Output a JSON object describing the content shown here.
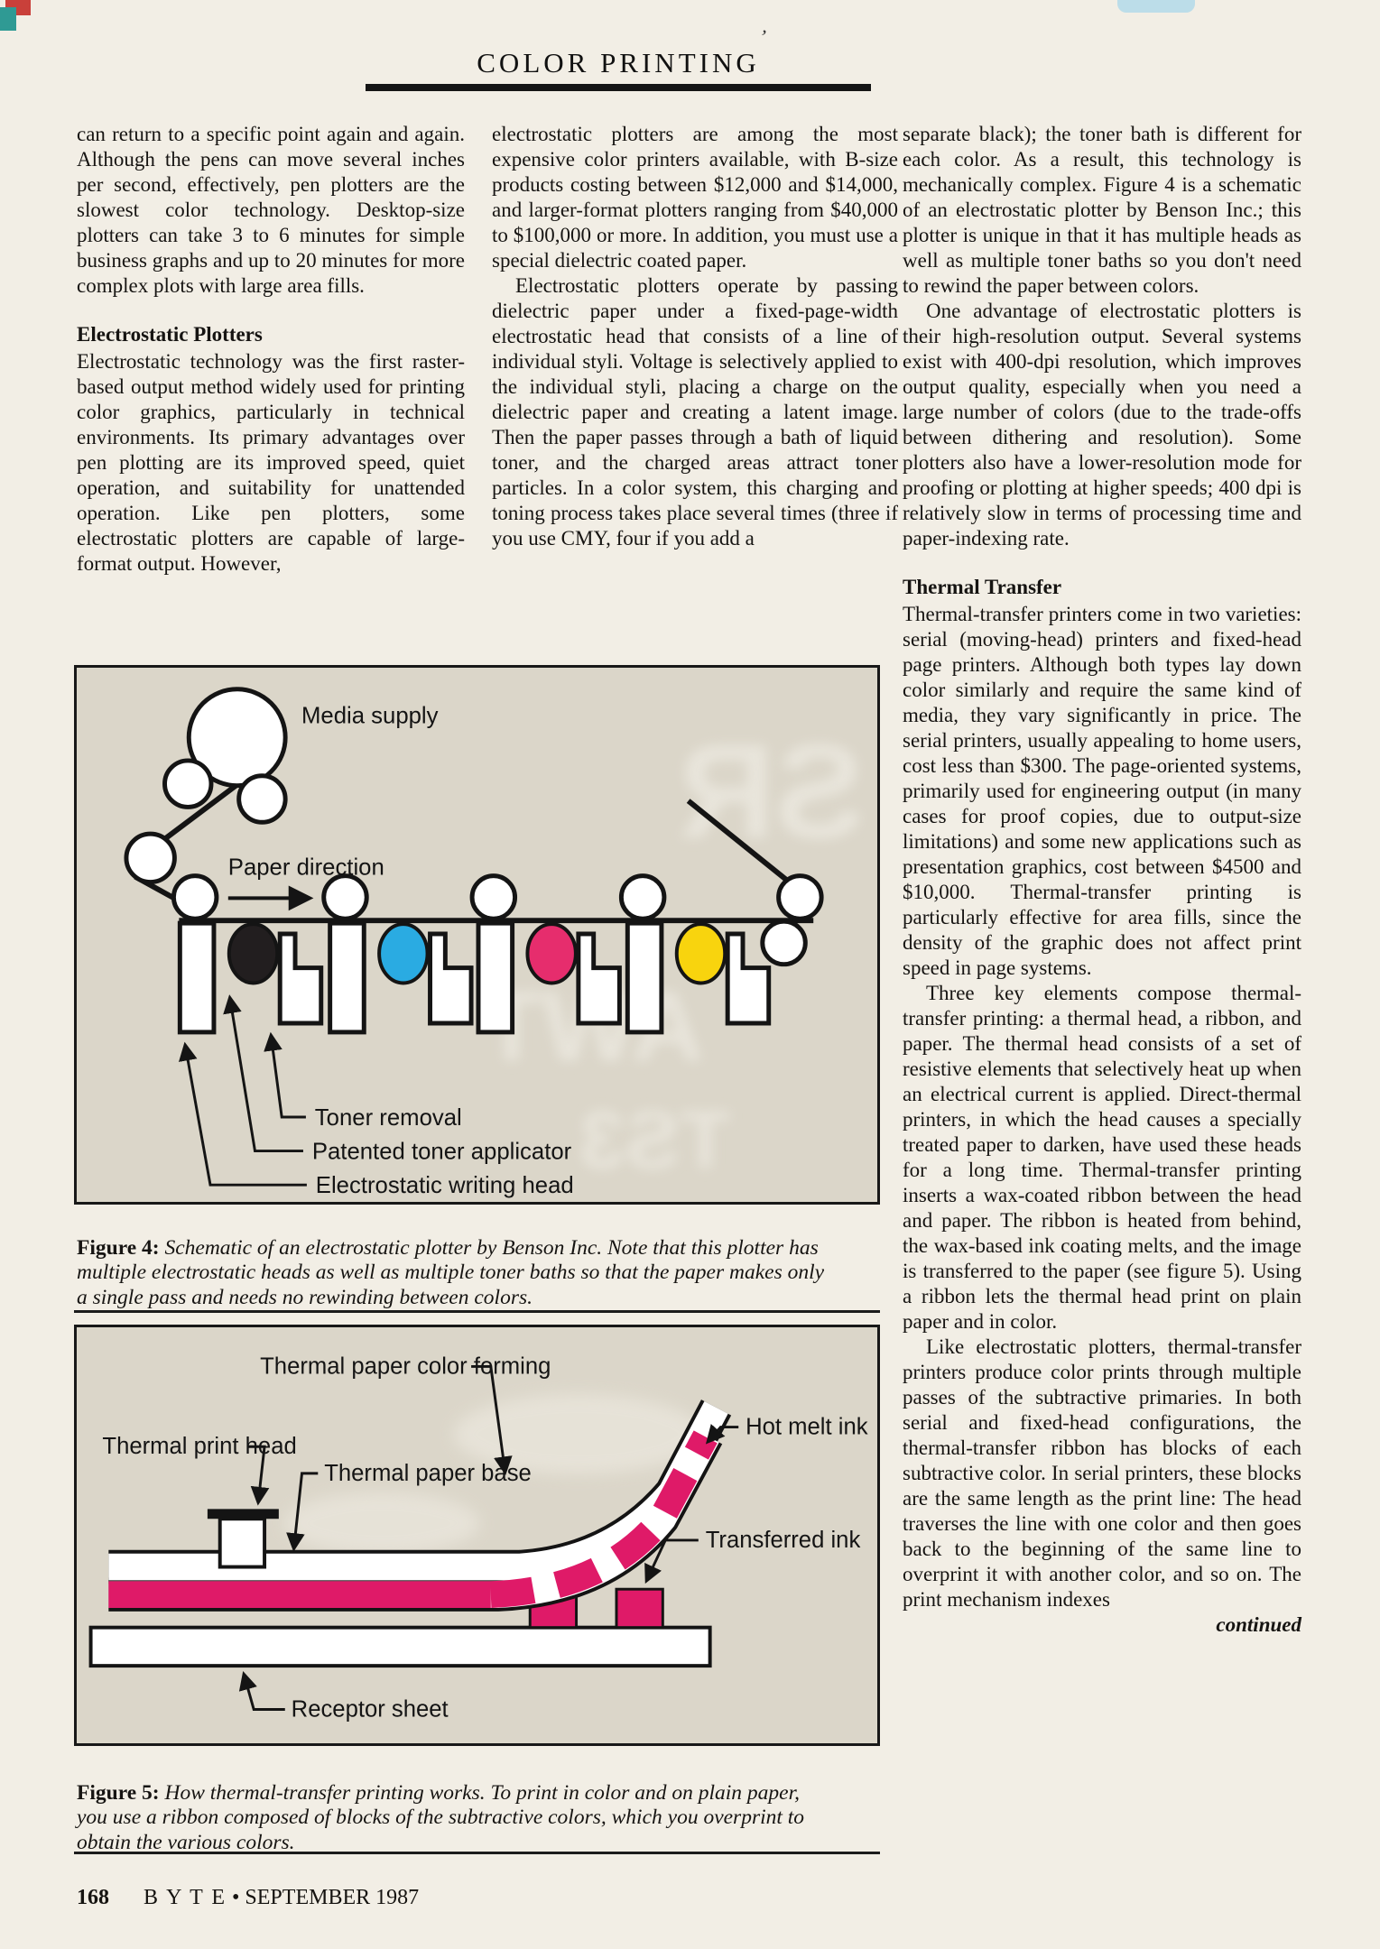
{
  "header": {
    "title": "COLOR PRINTING"
  },
  "columns": {
    "col1": {
      "p1": "can return to a specific point again and again. Although the pens can move several inches per second, effectively, pen plotters are the slowest color technology. Desktop-size plotters can take 3 to 6 minutes for simple business graphs and up to 20 minutes for more complex plots with large area fills.",
      "heading": "Electrostatic Plotters",
      "p2": "Electrostatic technology was the first raster-based output method widely used for printing color graphics, particularly in technical environments. Its primary advantages over pen plotting are its improved speed, quiet operation, and suitability for unattended operation. Like pen plotters, some electrostatic plotters are capable of large-format output. However,"
    },
    "col2": {
      "p1": "electrostatic plotters are among the most expensive color printers available, with B-size products costing between $12,000 and $14,000, and larger-format plotters ranging from $40,000 to $100,000 or more. In addition, you must use a special dielectric coated paper.",
      "p2": "Electrostatic plotters operate by passing dielectric paper under a fixed-page-width electrostatic head that consists of a line of individual styli. Voltage is selectively applied to the individual styli, placing a charge on the dielectric paper and creating a latent image. Then the paper passes through a bath of liquid toner, and the charged areas attract toner particles. In a color system, this charging and toning process takes place several times (three if you use CMY, four if you add a"
    },
    "col3": {
      "p1": "separate black); the toner bath is different for each color. As a result, this technology is mechanically complex. Figure 4 is a schematic of an electrostatic plotter by Benson Inc.; this plotter is unique in that it has multiple heads as well as multiple toner baths so you don't need to rewind the paper between colors.",
      "p2": "One advantage of electrostatic plotters is their high-resolution output. Several systems exist with 400-dpi resolution, which improves output quality, especially when you need a large number of colors (due to the trade-offs between dithering and resolution). Some plotters also have a lower-resolution mode for proofing or plotting at higher speeds; 400 dpi is relatively slow in terms of processing time and paper-indexing rate.",
      "heading": "Thermal Transfer",
      "p3": "Thermal-transfer printers come in two varieties: serial (moving-head) printers and fixed-head page printers. Although both types lay down color similarly and require the same kind of media, they vary significantly in price. The serial printers, usually appealing to home users, cost less than $300. The page-oriented systems, primarily used for engineering output (in many cases for proof copies, due to output-size limitations) and some new applications such as presentation graphics, cost between $4500 and $10,000. Thermal-transfer printing is particularly effective for area fills, since the density of the graphic does not affect print speed in page systems.",
      "p4": "Three key elements compose thermal-transfer printing: a thermal head, a ribbon, and paper. The thermal head consists of a set of resistive elements that selectively heat up when an electrical current is applied. Direct-thermal printers, in which the head causes a specially treated paper to darken, have used these heads for a long time. Thermal-transfer printing inserts a wax-coated ribbon between the head and paper. The ribbon is heated from behind, the wax-based ink coating melts, and the image is transferred to the paper (see figure 5). Using a ribbon lets the thermal head print on plain paper and in color.",
      "p5": "Like electrostatic plotters, thermal-transfer printers produce color prints through multiple passes of the subtractive primaries. In both serial and fixed-head configurations, the thermal-transfer ribbon has blocks of each subtractive color. In serial printers, these blocks are the same length as the print line: The head traverses the line with one color and then goes back to the beginning of the same line to overprint it with another color, and so on. The print mechanism indexes",
      "continued": "continued"
    }
  },
  "figure4": {
    "labels": {
      "media_supply": "Media supply",
      "paper_direction": "Paper direction",
      "toner_removal": "Toner removal",
      "toner_applicator": "Patented toner applicator",
      "writing_head": "Electrostatic writing head"
    },
    "caption_label": "Figure 4:",
    "caption_text": "Schematic of an electrostatic plotter by Benson Inc. Note that this plotter has multiple electrostatic heads as well as multiple toner baths so that the paper makes only a single pass and needs no rewinding between colors."
  },
  "figure5": {
    "labels": {
      "color_forming": "Thermal paper color forming",
      "print_head": "Thermal print head",
      "paper_base": "Thermal paper base",
      "hot_melt_ink": "Hot melt ink",
      "transferred_ink": "Transferred ink",
      "receptor_sheet": "Receptor sheet"
    },
    "caption_label": "Figure 5:",
    "caption_text": "How thermal-transfer printing works. To print in color and on plain paper, you use a ribbon composed of blocks of the subtractive colors, which you overprint to obtain the various colors."
  },
  "footer": {
    "page_number": "168",
    "brand": "B Y T E",
    "bullet": "•",
    "issue": "SEPTEMBER 1987"
  },
  "colors": {
    "toner_black": "#221e1f",
    "toner_cyan": "#2aabe2",
    "toner_magenta": "#e62d6d",
    "toner_yellow": "#f8d40e",
    "ink_magenta": "#df1a68",
    "fig_bg": "#dbd6c9",
    "page_bg": "#f2eee5",
    "artifact_red": "#c9403a",
    "artifact_teal": "#2f9a94",
    "artifact_blue": "#bcdde9"
  }
}
